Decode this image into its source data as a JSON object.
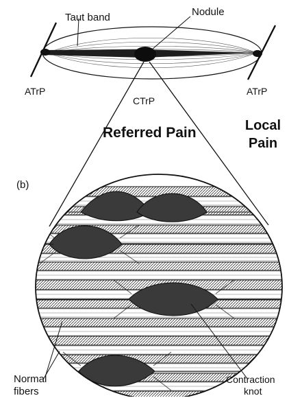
{
  "labels": {
    "taut_band": "Taut band",
    "nodule": "Nodule",
    "atrp_left": "ATrP",
    "atrp_right": "ATrP",
    "ctrp": "CTrP",
    "referred_pain": "Referred Pain",
    "local_pain_line1": "Local",
    "local_pain_line2": "Pain",
    "panel_b": "(b)",
    "normal_fibers_line1": "Normal",
    "normal_fibers_line2": "fibers",
    "contraction_knot_line1": "Contraction",
    "contraction_knot_line2": "knot"
  }
}
